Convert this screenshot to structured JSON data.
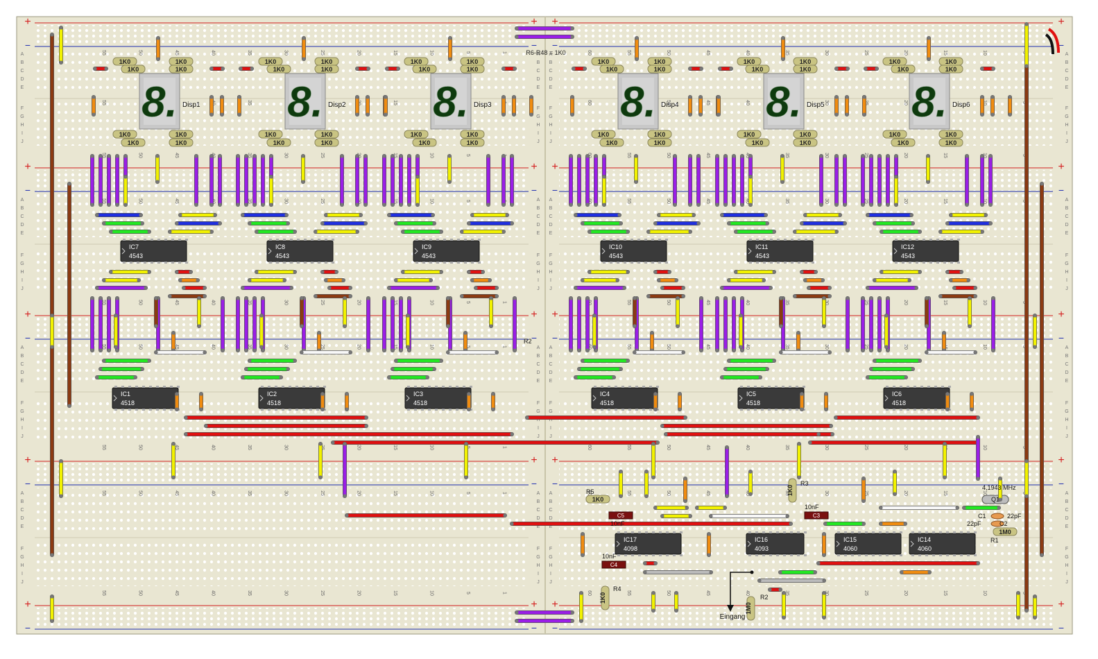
{
  "header_label": "R6-R48 = 1K0",
  "rail_plus": "+",
  "rail_minus": "−",
  "resistor_value": "1K0",
  "col_numbers_left": [
    "55",
    "50",
    "45",
    "40",
    "35",
    "30",
    "25",
    "20",
    "15",
    "10",
    "5",
    "1"
  ],
  "col_numbers_right": [
    "60",
    "55",
    "50",
    "45",
    "40",
    "35",
    "30",
    "25",
    "20",
    "15",
    "10",
    "5"
  ],
  "row_letters_top": [
    "A",
    "B",
    "C",
    "D",
    "E"
  ],
  "row_letters_bottom": [
    "F",
    "G",
    "H",
    "I",
    "J"
  ],
  "displays": [
    "Disp1",
    "Disp2",
    "Disp3",
    "Disp4",
    "Disp5",
    "Disp6"
  ],
  "digit_glyph": "8.",
  "decoders": [
    {
      "ref": "IC7",
      "part": "4543"
    },
    {
      "ref": "IC8",
      "part": "4543"
    },
    {
      "ref": "IC9",
      "part": "4543"
    },
    {
      "ref": "IC10",
      "part": "4543"
    },
    {
      "ref": "IC11",
      "part": "4543"
    },
    {
      "ref": "IC12",
      "part": "4543"
    }
  ],
  "counters": [
    {
      "ref": "IC1",
      "part": "4518"
    },
    {
      "ref": "IC2",
      "part": "4518"
    },
    {
      "ref": "IC3",
      "part": "4518"
    },
    {
      "ref": "IC4",
      "part": "4518"
    },
    {
      "ref": "IC5",
      "part": "4518"
    },
    {
      "ref": "IC6",
      "part": "4518"
    }
  ],
  "bottom_ics": [
    {
      "ref": "IC17",
      "part": "4098"
    },
    {
      "ref": "IC16",
      "part": "4093"
    },
    {
      "ref": "IC15",
      "part": "4060"
    },
    {
      "ref": "IC14",
      "part": "4060"
    }
  ],
  "components": {
    "r2_mid": "R2",
    "r2_bottom": "R2",
    "r2_value": "1M0",
    "r3": "R3",
    "r3_value": "1K0",
    "r4": "R4",
    "r4_value": "1K0",
    "r5": "R5",
    "r5_value": "1K0",
    "r1": "R1",
    "r1_value": "1M0",
    "c5": "C5",
    "c5_value": "10nF",
    "c3": "C3",
    "c3_value": "10nF",
    "c4": "C4",
    "c4_value": "10nF",
    "c1": "C1",
    "c1_value": "22pF",
    "c2": "C2",
    "c2_value": "22pF",
    "crystal": "Q1",
    "crystal_freq": "4,1943 MHz",
    "input": "Eingang"
  },
  "colors": {
    "board": "#e9e6d2",
    "strip": "#dedac2",
    "hole": "#ffffff",
    "rail_red": "#d42020",
    "rail_blue": "#2030b0",
    "ic_body": "#3a3a3a",
    "resistor": "#c9c483",
    "wire_purple": "#9a1ee6",
    "wire_brown": "#8b3a12",
    "wire_red": "#e01010",
    "wire_yellow": "#f2f200",
    "wire_orange": "#f08c10",
    "wire_green": "#22e822",
    "wire_blue": "#1f2fe0",
    "wire_white": "#f8f8f8",
    "wire_gray": "#bbbbbb"
  }
}
